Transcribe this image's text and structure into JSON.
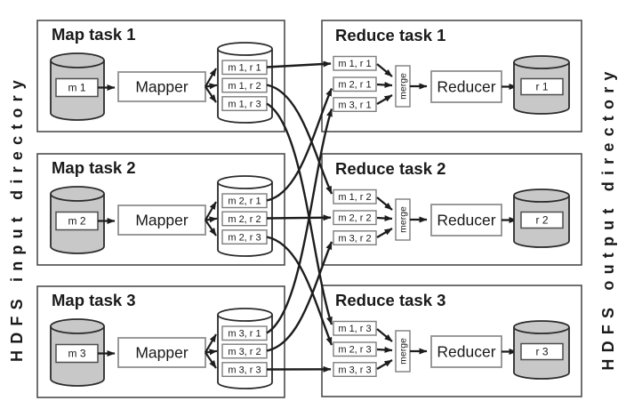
{
  "diagram": {
    "left_label": "HDFS input directory",
    "right_label": "HDFS output directory",
    "map_tasks": [
      {
        "title": "Map task 1",
        "input_block": "m 1",
        "processor": "Mapper",
        "outputs": [
          "m 1, r 1",
          "m 1, r 2",
          "m 1, r 3"
        ]
      },
      {
        "title": "Map task 2",
        "input_block": "m 2",
        "processor": "Mapper",
        "outputs": [
          "m 2, r 1",
          "m 2, r 2",
          "m 2, r 3"
        ]
      },
      {
        "title": "Map task 3",
        "input_block": "m 3",
        "processor": "Mapper",
        "outputs": [
          "m 3, r 1",
          "m 3, r 2",
          "m 3, r 3"
        ]
      }
    ],
    "reduce_tasks": [
      {
        "title": "Reduce task 1",
        "inputs": [
          "m 1, r 1",
          "m 2, r 1",
          "m 3, r 1"
        ],
        "merge": "merge",
        "processor": "Reducer",
        "output_block": "r 1"
      },
      {
        "title": "Reduce task 2",
        "inputs": [
          "m 1, r 2",
          "m 2, r 2",
          "m 3, r 2"
        ],
        "merge": "merge",
        "processor": "Reducer",
        "output_block": "r 2"
      },
      {
        "title": "Reduce task 3",
        "inputs": [
          "m 1, r 3",
          "m 2, r 3",
          "m 3, r 3"
        ],
        "merge": "merge",
        "processor": "Reducer",
        "output_block": "r 3"
      }
    ],
    "colors": {
      "background": "#ffffff",
      "line": "#1d1d1d",
      "task_border": "#4d4d4d",
      "gray_box_border": "#7d7d7d",
      "cylinder_fill_gray": "#c8c8c8",
      "cylinder_fill_white": "#ffffff",
      "text": "#1a1a1a"
    }
  }
}
